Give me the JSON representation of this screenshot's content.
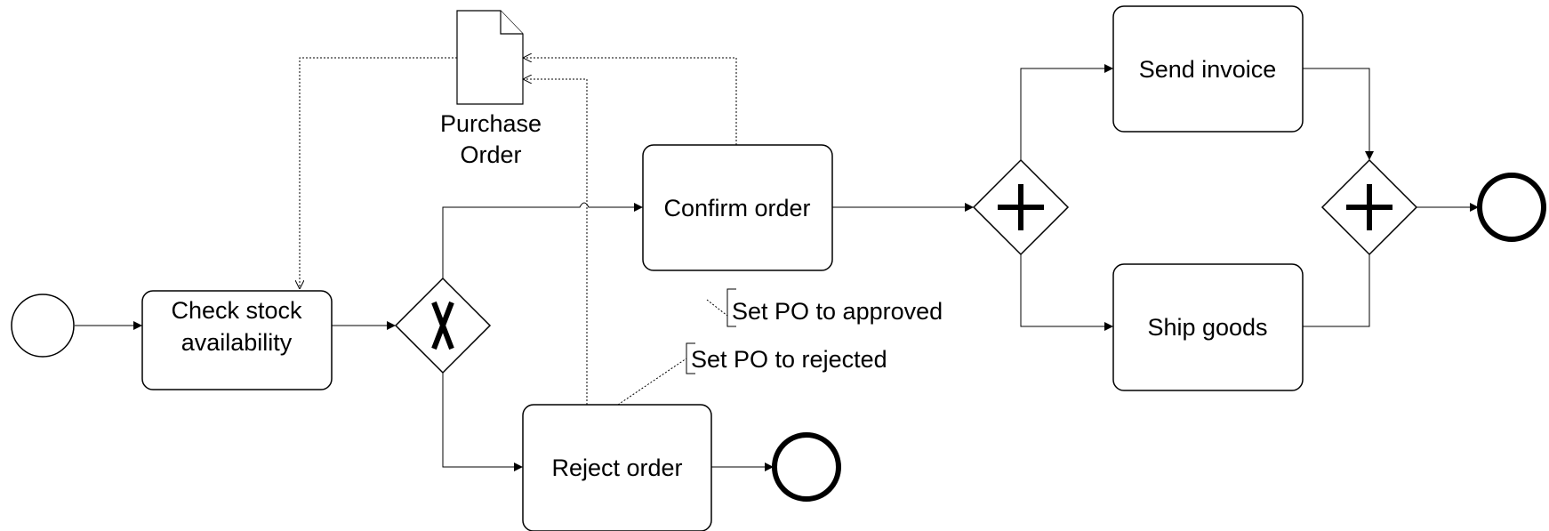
{
  "tasks": {
    "check_stock_line1": "Check stock",
    "check_stock_line2": "availability",
    "confirm_order": "Confirm order",
    "reject_order": "Reject order",
    "send_invoice": "Send invoice",
    "ship_goods": "Ship goods"
  },
  "data_object": {
    "line1": "Purchase",
    "line2": "Order"
  },
  "annotations": {
    "approved": "Set PO to approved",
    "rejected": "Set PO to rejected"
  },
  "colors": {
    "stroke": "#000000",
    "fill": "#ffffff"
  }
}
